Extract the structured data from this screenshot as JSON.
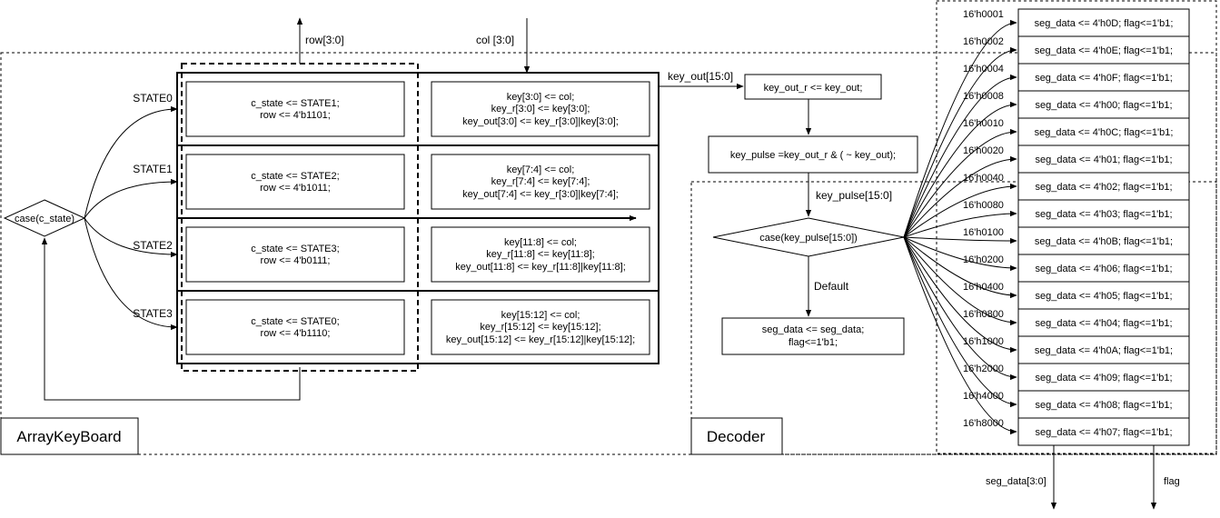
{
  "panels": {
    "array_keyboard": "ArrayKeyBoard",
    "decoder": "Decoder"
  },
  "signals": {
    "row": "row[3:0]",
    "col": "col [3:0]",
    "key_out": "key_out[15:0]",
    "key_pulse": "key_pulse[15:0]",
    "default_label": "Default",
    "seg_data_out": "seg_data[3:0]",
    "flag_out": "flag"
  },
  "fsm": {
    "case_label": "case(c_state)",
    "states": [
      {
        "name": "STATE0",
        "next": [
          "c_state <= STATE1;",
          "row <= 4'b1101;"
        ],
        "key": [
          "key[3:0] <= col;",
          "key_r[3:0] <= key[3:0];",
          "key_out[3:0] <= key_r[3:0]|key[3:0];"
        ]
      },
      {
        "name": "STATE1",
        "next": [
          "c_state <= STATE2;",
          "row <= 4'b1011;"
        ],
        "key": [
          "key[7:4] <= col;",
          "key_r[7:4] <= key[7:4];",
          "key_out[7:4] <= key_r[3:0]|key[7:4];"
        ]
      },
      {
        "name": "STATE2",
        "next": [
          "c_state <= STATE3;",
          "row <= 4'b0111;"
        ],
        "key": [
          "key[11:8] <= col;",
          "key_r[11:8] <= key[11:8];",
          "key_out[11:8] <= key_r[11:8]|key[11:8];"
        ]
      },
      {
        "name": "STATE3",
        "next": [
          "c_state <= STATE0;",
          "row <= 4'b1110;"
        ],
        "key": [
          "key[15:12] <= col;",
          "key_r[15:12] <= key[15:12];",
          "key_out[15:12] <= key_r[15:12]|key[15:12];"
        ]
      }
    ]
  },
  "decoder_logic": {
    "reg": "key_out_r <= key_out;",
    "pulse": "key_pulse =key_out_r & ( ~ key_out);",
    "case_label": "case(key_pulse[15:0])",
    "default_block": [
      "seg_data <= seg_data;",
      "flag<=1'b1;"
    ]
  },
  "decode_table": [
    {
      "key": "16'h0001",
      "action": "seg_data <= 4'h0D;  flag<=1'b1;"
    },
    {
      "key": "16'h0002",
      "action": "seg_data <= 4'h0E;  flag<=1'b1;"
    },
    {
      "key": "16'h0004",
      "action": "seg_data <= 4'h0F;  flag<=1'b1;"
    },
    {
      "key": "16'h0008",
      "action": "seg_data <= 4'h00;  flag<=1'b1;"
    },
    {
      "key": "16'h0010",
      "action": "seg_data <= 4'h0C;  flag<=1'b1;"
    },
    {
      "key": "16'h0020",
      "action": "seg_data <= 4'h01;  flag<=1'b1;"
    },
    {
      "key": "16'h0040",
      "action": "seg_data <= 4'h02;  flag<=1'b1;"
    },
    {
      "key": "16'h0080",
      "action": "seg_data <= 4'h03;  flag<=1'b1;"
    },
    {
      "key": "16'h0100",
      "action": "seg_data <= 4'h0B;  flag<=1'b1;"
    },
    {
      "key": "16'h0200",
      "action": "seg_data <= 4'h06;  flag<=1'b1;"
    },
    {
      "key": "16'h0400",
      "action": "seg_data <= 4'h05;  flag<=1'b1;"
    },
    {
      "key": "16'h0800",
      "action": "seg_data <= 4'h04;  flag<=1'b1;"
    },
    {
      "key": "16'h1000",
      "action": "seg_data <= 4'h0A;  flag<=1'b1;"
    },
    {
      "key": "16'h2000",
      "action": "seg_data <= 4'h09;  flag<=1'b1;"
    },
    {
      "key": "16'h4000",
      "action": "seg_data <= 4'h08;  flag<=1'b1;"
    },
    {
      "key": "16'h8000",
      "action": "seg_data <= 4'h07;  flag<=1'b1;"
    }
  ]
}
